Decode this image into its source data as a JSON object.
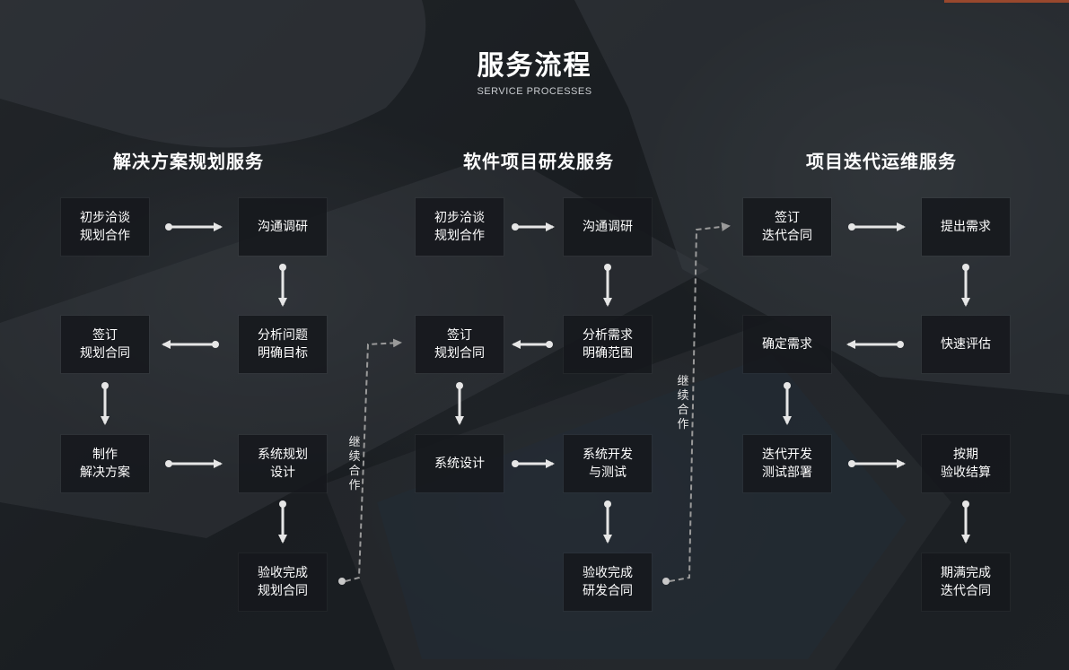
{
  "header": {
    "title": "服务流程",
    "subtitle": "SERVICE PROCESSES"
  },
  "sections": [
    {
      "title": "解决方案规划服务",
      "steps": [
        "初步洽谈\n规划合作",
        "沟通调研",
        "分析问题\n明确目标",
        "签订\n规划合同",
        "制作\n解决方案",
        "系统规划\n设计",
        "验收完成\n规划合同"
      ]
    },
    {
      "title": "软件项目研发服务",
      "steps": [
        "初步洽谈\n规划合作",
        "沟通调研",
        "分析需求\n明确范围",
        "签订\n规划合同",
        "系统设计",
        "系统开发\n与测试",
        "验收完成\n研发合同"
      ]
    },
    {
      "title": "项目迭代运维服务",
      "steps": [
        "签订\n迭代合同",
        "提出需求",
        "快速评估",
        "确定需求",
        "迭代开发\n测试部署",
        "按期\n验收结算",
        "期满完成\n迭代合同"
      ]
    }
  ],
  "connectors": [
    {
      "label": "继续合作"
    },
    {
      "label": "继续合作"
    }
  ],
  "colors": {
    "box_bg": "#16181c",
    "arrow": "#e6e6e6",
    "dash": "#9a9a9a"
  }
}
